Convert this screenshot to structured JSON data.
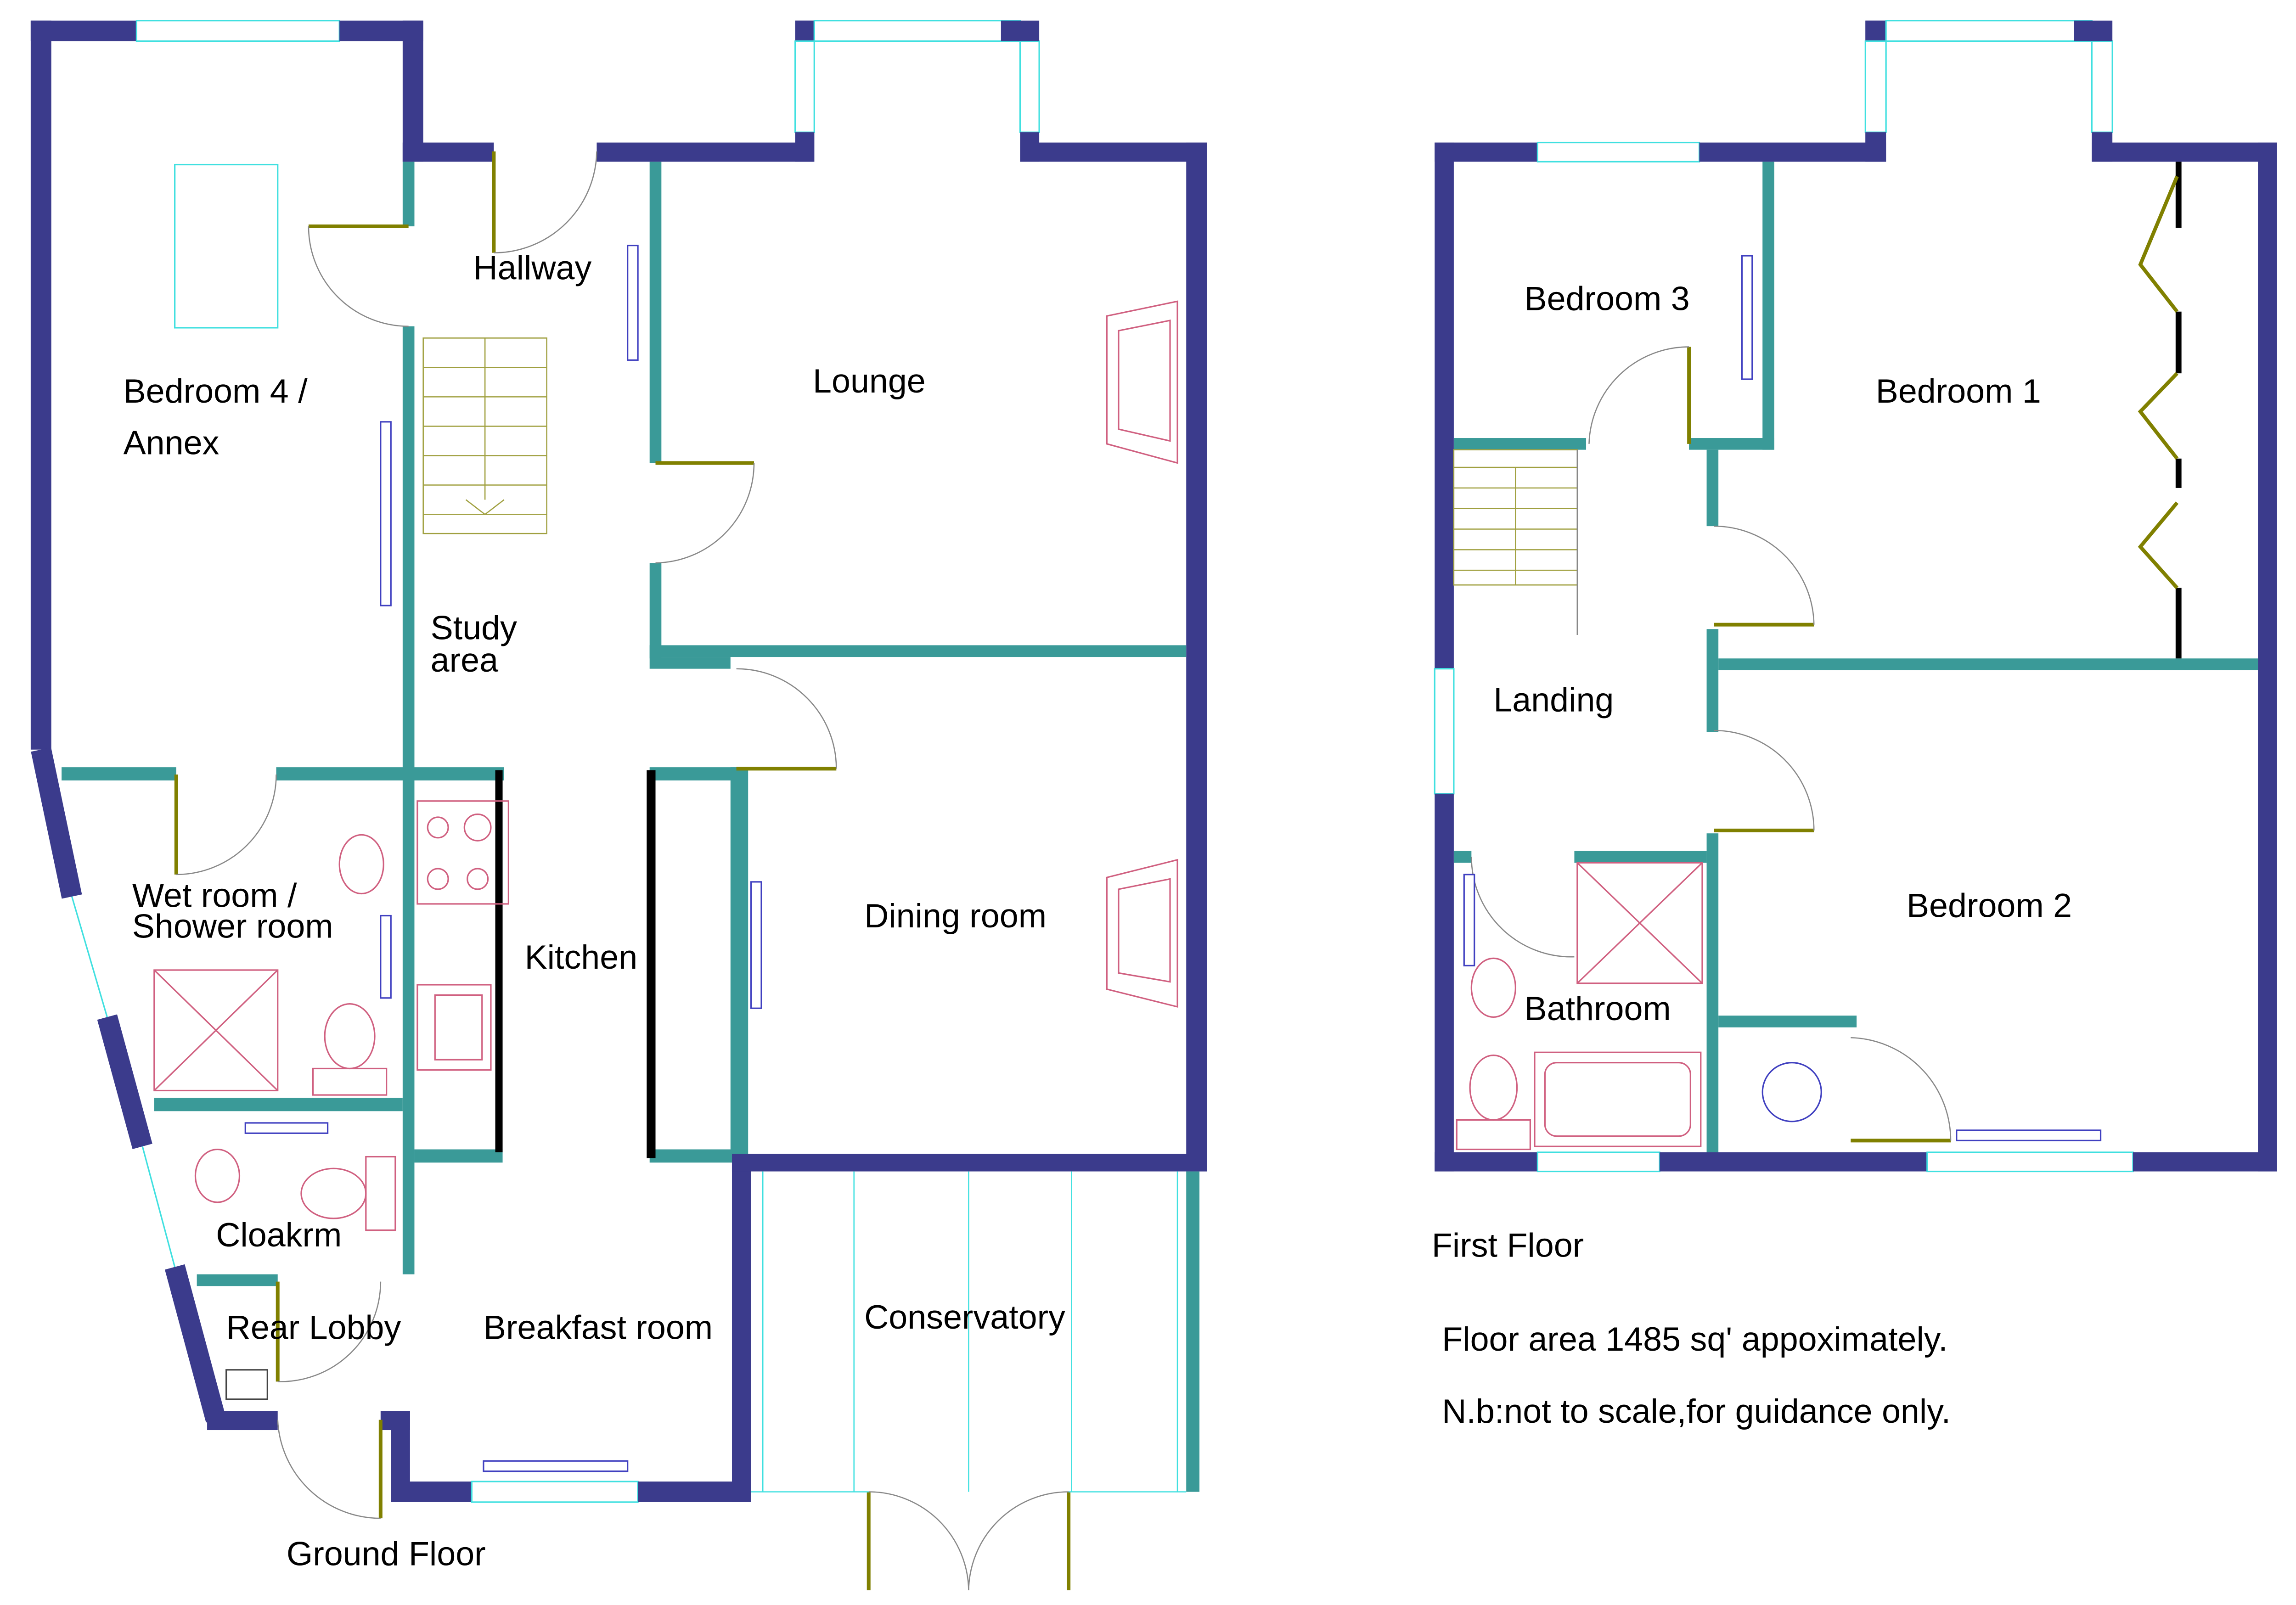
{
  "ground_floor": {
    "title": "Ground Floor",
    "rooms": {
      "bedroom4_line1": "Bedroom 4 /",
      "bedroom4_line2": "Annex",
      "hallway": "Hallway",
      "lounge": "Lounge",
      "study_line1": "Study",
      "study_line2": "area",
      "wetroom_line1": "Wet room /",
      "wetroom_line2": "Shower room",
      "kitchen": "Kitchen",
      "dining": "Dining room",
      "cloakroom": "Cloakrm",
      "rear_lobby": "Rear Lobby",
      "breakfast": "Breakfast room",
      "conservatory": "Conservatory"
    }
  },
  "first_floor": {
    "title": "First Floor",
    "rooms": {
      "bedroom3": "Bedroom 3",
      "bedroom1": "Bedroom 1",
      "landing": "Landing",
      "bathroom": "Bathroom",
      "bedroom2": "Bedroom 2"
    }
  },
  "notes": {
    "floor_area": "Floor area 1485 sq' appoximately.",
    "disclaimer": "N.b:not to scale,for guidance only."
  },
  "colors": {
    "external_wall": "#3b3b8c",
    "internal_wall": "#3a9a98",
    "door": "#808000",
    "window": "#40e0e0"
  }
}
